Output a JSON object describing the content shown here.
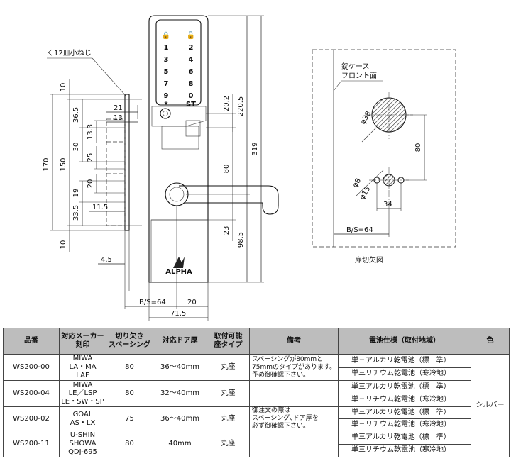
{
  "drawing": {
    "screw_note": "く12皿小ねじ",
    "case_label_1": "錠ケース",
    "case_label_2": "フロント面",
    "cutout_caption": "扉切欠図",
    "brand": "ALPHA",
    "keypad": {
      "rows": [
        [
          "🔒",
          "🔓"
        ],
        [
          "1",
          "2"
        ],
        [
          "3",
          "4"
        ],
        [
          "5",
          "6"
        ],
        [
          "7",
          "8"
        ],
        [
          "9",
          "0"
        ],
        [
          "*",
          "ST"
        ]
      ]
    },
    "dims": {
      "d10_top": "10",
      "d21": "21",
      "d13": "13",
      "d36_5": "36.5",
      "d13_3": "13.3",
      "d30": "30",
      "d25": "25",
      "d170": "170",
      "d150": "150",
      "d20_left": "20",
      "d19": "19",
      "d11_5": "11.5",
      "d33_5": "33.5",
      "d10_bottom": "10",
      "d4_5": "4.5",
      "bs64_main": "B/S=64",
      "d20_bottom": "20",
      "d71_5": "71.5",
      "d20_2": "20.2",
      "d220_5": "220.5",
      "d319": "319",
      "d80_main": "80",
      "d23": "23",
      "d98_5": "98.5",
      "phi38": "φ38",
      "d80_cut": "80",
      "phi8": "φ8",
      "phi15": "φ15",
      "d34": "34",
      "bs64_cut": "B/S=64"
    }
  },
  "table": {
    "headers": [
      "品番",
      "対応メーカー\n刻印",
      "切り欠き\nスペーシング",
      "対応ドア厚",
      "取付可能\n座タイプ",
      "備考",
      "電池仕様（取付地域）",
      "色"
    ],
    "battery_options": [
      "単三アルカリ乾電池（標　準）",
      "単三リチウム乾電池（寒冷地）"
    ],
    "color_value": "シルバー",
    "rows": [
      {
        "model": "WS200-00",
        "maker": "MIWA\nLA・MA\nLAF",
        "spacing": "80",
        "door": "36〜40mm",
        "seat": "丸座",
        "note": "スペーシングが80mmと\n75mmのタイプがあります。\n予め御確認下さい。"
      },
      {
        "model": "WS200-04",
        "maker": "MIWA\nLE／LSP\nLE・SW・SP",
        "spacing": "80",
        "door": "32〜40mm",
        "seat": "丸座",
        "note": ""
      },
      {
        "model": "WS200-02",
        "maker": "GOAL\nAS・LX",
        "spacing": "75",
        "door": "36〜40mm",
        "seat": "丸座",
        "note": "御注文の際は\nスペーシング､ドア厚を\n必ず御確認下さい。"
      },
      {
        "model": "WS200-11",
        "maker": "U-SHIN\nSHOWA\nQDJ-695",
        "spacing": "80",
        "door": "40mm",
        "seat": "丸座",
        "note": ""
      }
    ]
  }
}
